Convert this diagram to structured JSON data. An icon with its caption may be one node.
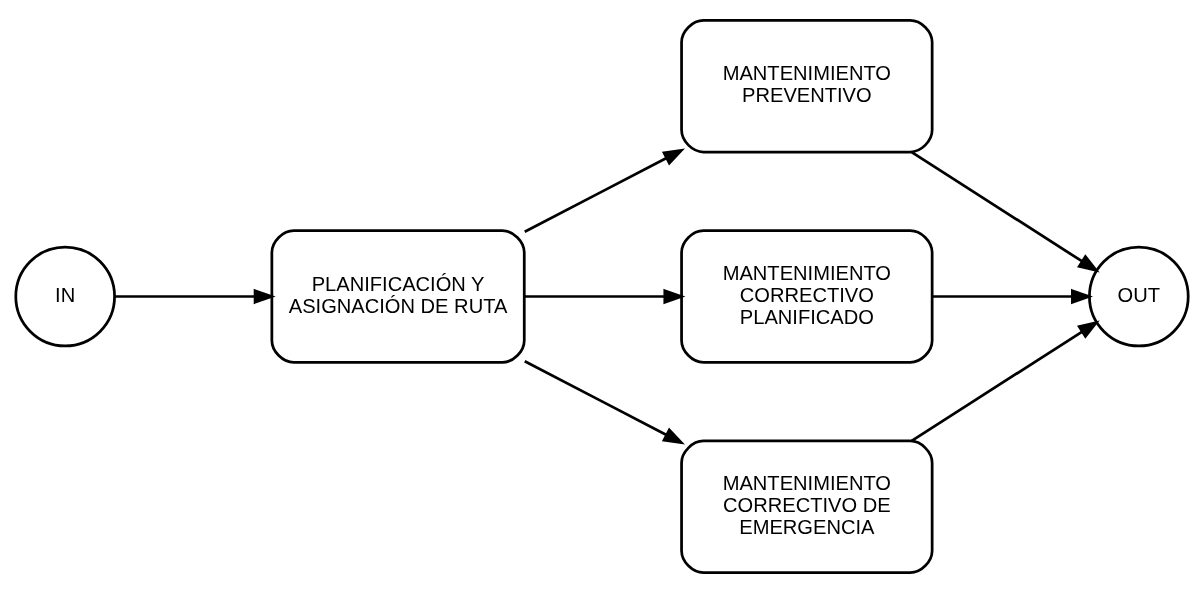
{
  "diagram": {
    "nodes": [
      {
        "text": [
          "IN"
        ]
      },
      {
        "text": [
          "PLANIFICACIÓN Y ASIGNACIÓN DE RUTA"
        ]
      },
      {
        "text": [
          "MANTENIMIENTO PREVENTIVO"
        ]
      },
      {
        "text": [
          "MANTENIMIENTO CORRECTIVO PLANIFICADO"
        ]
      },
      {
        "text": [
          "MANTENIMIENTO CORRECTIVO DE EMERGENCIA"
        ]
      },
      {
        "text": [
          "OUT"
        ]
      }
    ],
    "edges": [
      {
        "from": 0,
        "to": 1,
        "arrow": "to"
      },
      {
        "from": 1,
        "to": 2,
        "arrow": "to"
      },
      {
        "from": 1,
        "to": 3,
        "arrow": "to"
      },
      {
        "from": 1,
        "to": 4,
        "arrow": "to"
      },
      {
        "from": 2,
        "to": 5,
        "arrow": "to"
      },
      {
        "from": 3,
        "to": 5,
        "arrow": "to"
      },
      {
        "from": 4,
        "to": 5,
        "arrow": "to"
      }
    ]
  }
}
